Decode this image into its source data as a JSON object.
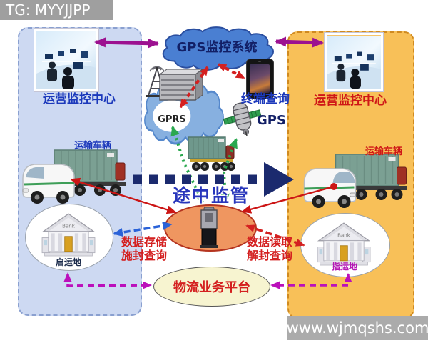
{
  "header": {
    "tag": "TG: MYYJJPP"
  },
  "footer": {
    "url": "www.wjmqshs.com"
  },
  "cloud": {
    "gps_system_label": "GPS监控系统",
    "gprs_label": "GPRS"
  },
  "center": {
    "terminal_query_label": "终端查询",
    "gps_satellite_label": "GPS",
    "enroute_label": "途中监管",
    "store_line1": "数据存储",
    "store_line2": "施封查询",
    "read_line1": "数据读取",
    "read_line2": "解封查询",
    "platform_label": "物流业务平台"
  },
  "left_panel": {
    "title": "运营监控中心",
    "vehicle_label": "运输车辆",
    "location_label": "启运地",
    "bank_sign": "Bank"
  },
  "right_panel": {
    "title": "运营监控中心",
    "vehicle_label": "运输车辆",
    "location_label": "指运地",
    "bank_sign": "Bank"
  },
  "colors": {
    "left_panel_bg": "#cdd9f2",
    "right_panel_bg": "#f8c058",
    "gps_cloud": "#4a7fd2",
    "gprs_cloud": "#87b0e0",
    "orange_ellipse": "#ef9660",
    "platform_ellipse": "#f7f4d0",
    "red_arrow": "#cc1515",
    "green_arrow": "#2aa84f",
    "blue_arrow": "#2a62d8",
    "purple_arrow": "#9c1190",
    "magenta_arrow": "#bb10bb",
    "navy_arrow": "#1b2a6e"
  }
}
